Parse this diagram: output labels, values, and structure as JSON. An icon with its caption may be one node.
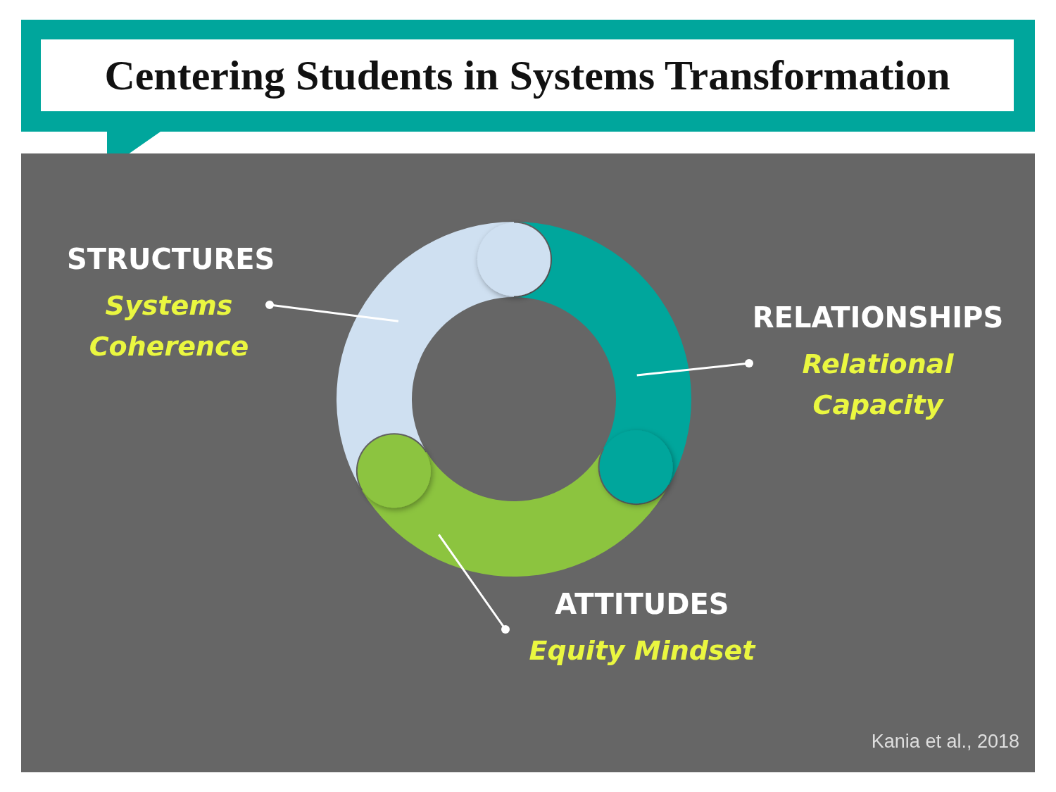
{
  "diagram": {
    "title": "Centering Students in Systems Transformation",
    "nodes": [
      {
        "text": [
          "STRUCTURES",
          "Systems Coherence"
        ]
      },
      {
        "text": [
          "RELATIONSHIPS",
          "Relational Capacity"
        ]
      },
      {
        "text": [
          "ATTITUDES",
          "Equity Mindset"
        ]
      },
      {
        "text": [],
        "shape": "arc"
      },
      {
        "text": [],
        "shape": "arc"
      },
      {
        "text": [],
        "shape": "arc"
      }
    ],
    "edges": [
      {
        "from": 0,
        "to": 3,
        "arrow": "other"
      },
      {
        "from": 1,
        "to": 5,
        "arrow": "other"
      },
      {
        "from": 2,
        "to": 4,
        "arrow": "other"
      }
    ],
    "labels": [
      "Kania et al., 2018"
    ]
  }
}
